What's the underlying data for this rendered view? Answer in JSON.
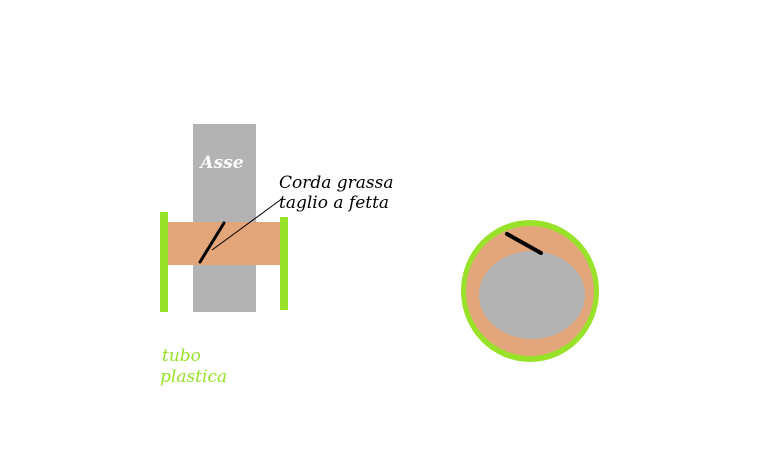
{
  "labels": {
    "axle": "Asse",
    "cord_line1": "Corda grassa",
    "cord_line2": "taglio a fetta",
    "tube_line1": "tubo",
    "tube_line2": "plastica"
  },
  "colors": {
    "background": "#ffffff",
    "axle_gray": "#b3b3b3",
    "cord_tan": "#e3a57a",
    "tube_green": "#99e22a",
    "cut_line": "#000000",
    "axle_label": "#ffffff",
    "tube_label": "#99e22a",
    "cord_label": "#000000"
  }
}
